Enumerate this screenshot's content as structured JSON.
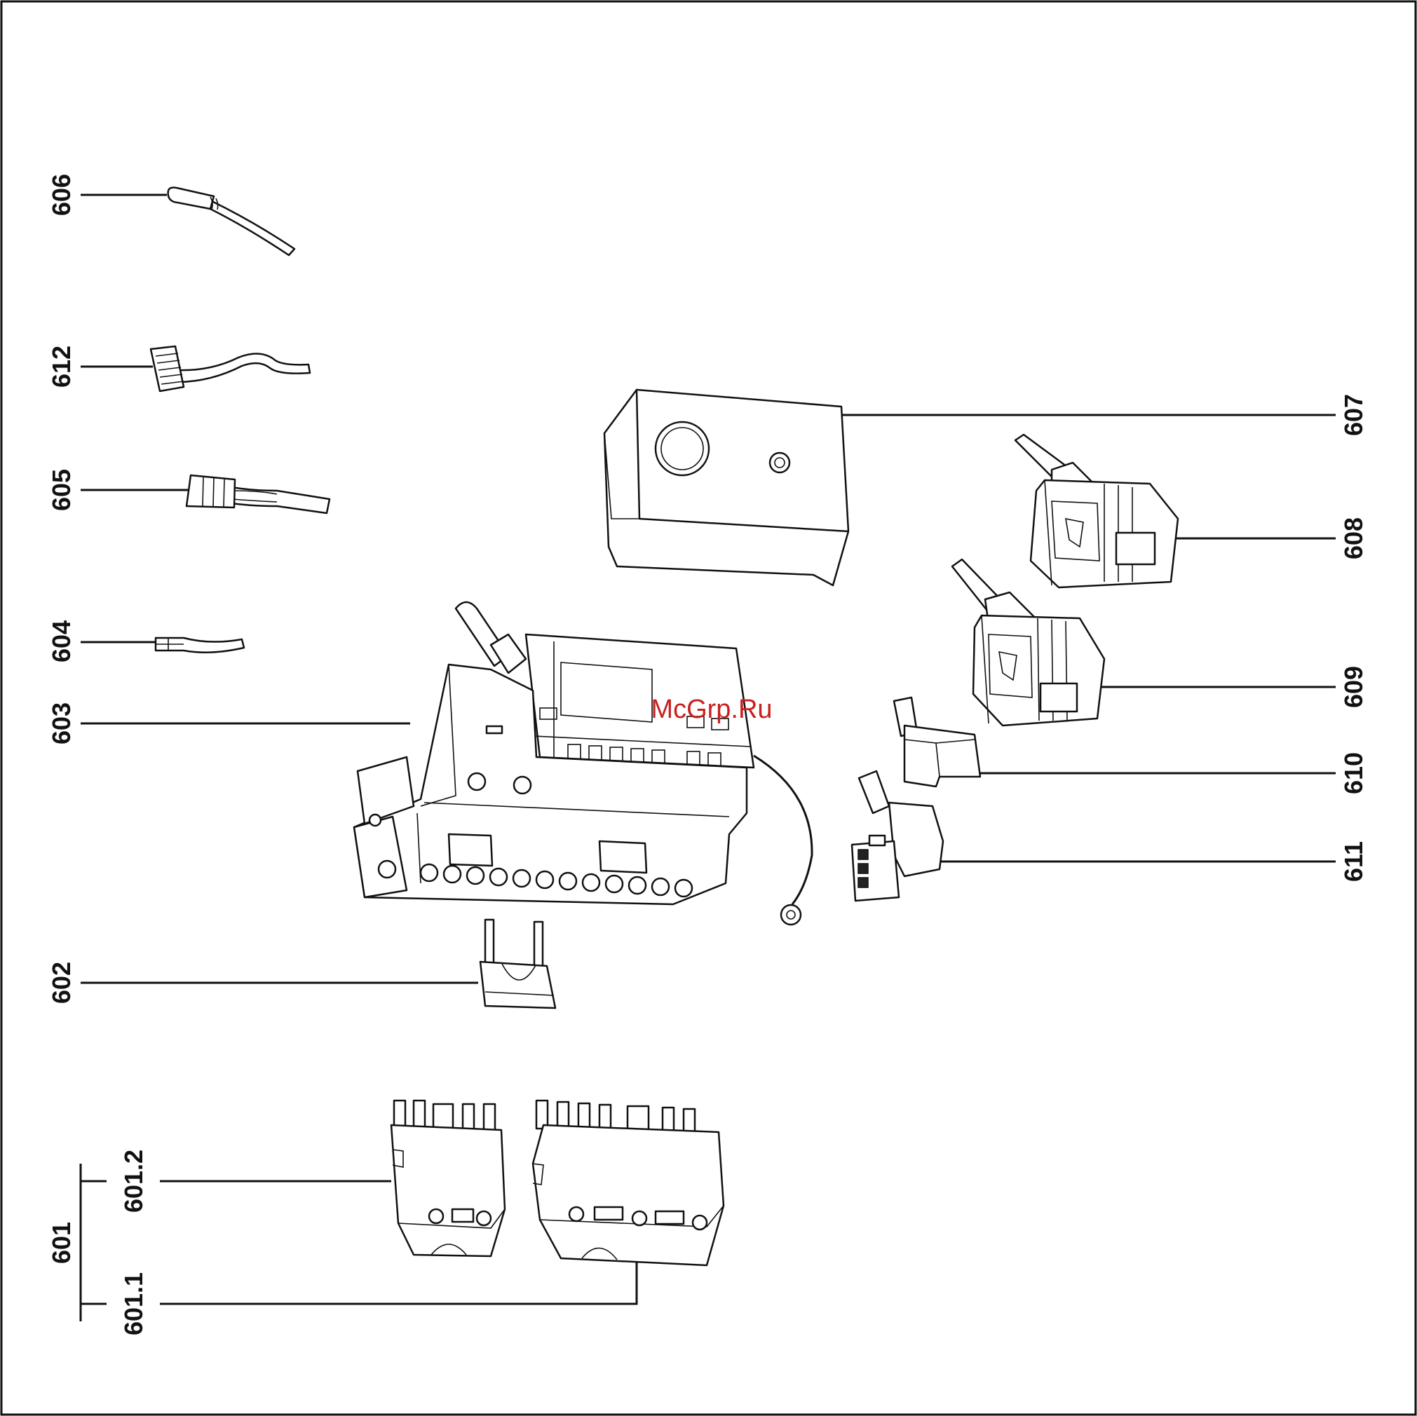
{
  "watermark": {
    "text": "McGrp.Ru",
    "color": "#c8201e"
  },
  "labels": {
    "p601": "601",
    "p601_1": "601.1",
    "p601_2": "601.2",
    "p602": "602",
    "p603": "603",
    "p604": "604",
    "p605": "605",
    "p606": "606",
    "p607": "607",
    "p608": "608",
    "p609": "609",
    "p610": "610",
    "p611": "611",
    "p612": "612"
  }
}
